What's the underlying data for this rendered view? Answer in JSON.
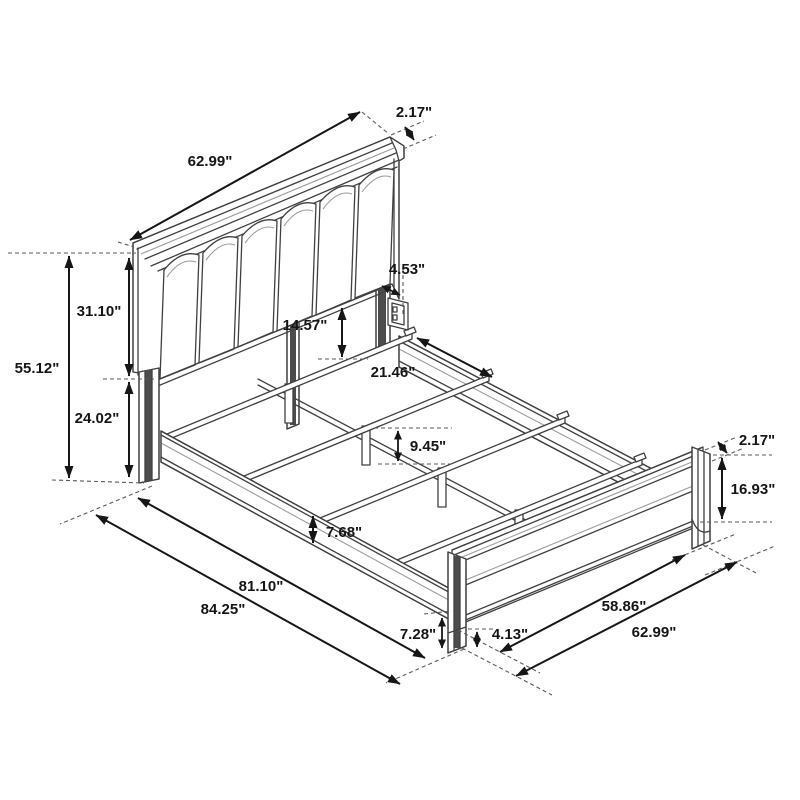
{
  "diagram": {
    "subject": "bed-frame-isometric-dimension-drawing",
    "background_color": "#ffffff",
    "line_color": "#404040",
    "dimension_color": "#161616",
    "unit": "inches"
  },
  "dimensions": {
    "headboard_thickness": "2.17\"",
    "headboard_width": "62.99\"",
    "rail_hook_offset": "4.53\"",
    "headboard_panel_height": "31.10\"",
    "headboard_clearance": "14.57\"",
    "headboard_height": "55.12\"",
    "slat_spacing": "21.46\"",
    "headboard_leg_height": "24.02\"",
    "support_leg_height": "9.45\"",
    "footboard_thickness": "2.17\"",
    "footboard_height": "16.93\"",
    "side_rail_height": "7.68\"",
    "inner_length": "81.10\"",
    "overall_length": "84.25\"",
    "footboard_leg_height": "7.28\"",
    "footboard_leg_lower_height": "4.13\"",
    "footboard_inner_width": "58.86\"",
    "footboard_width": "62.99\""
  }
}
